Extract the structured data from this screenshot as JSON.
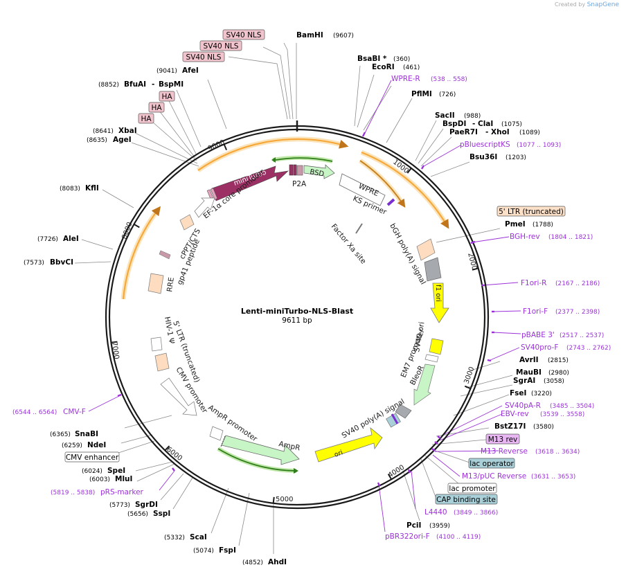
{
  "credit": {
    "prefix": "Created by",
    "brand": "SnapGene"
  },
  "plasmid": {
    "name": "Lenti-miniTurbo-NLS-Blast",
    "size": "9611 bp"
  },
  "ticks": [
    "1000",
    "2000",
    "3000",
    "4000",
    "5000",
    "6000",
    "7000",
    "8000",
    "9000"
  ],
  "sites": [
    {
      "name": "BamHI",
      "pos": "(9607)"
    },
    {
      "name": "BsaBI *",
      "pos": "(360)"
    },
    {
      "name": "EcoRI",
      "pos": "(461)"
    },
    {
      "name": "PflMI",
      "pos": "(726)"
    },
    {
      "name": "SacII",
      "pos": "(988)"
    },
    {
      "name": "BspDI",
      "name2": "ClaI",
      "pos": "(1075)"
    },
    {
      "name": "PaeR7I",
      "name2": "XhoI",
      "pos": "(1089)"
    },
    {
      "name": "Bsu36I",
      "pos": "(1203)"
    },
    {
      "name": "PmeI",
      "pos": "(1788)"
    },
    {
      "name": "AvrII",
      "pos": "(2815)"
    },
    {
      "name": "MauBI",
      "pos": "(2980)"
    },
    {
      "name": "SgrAI",
      "pos": "(3058)"
    },
    {
      "name": "FseI",
      "pos": "(3220)"
    },
    {
      "name": "BstZ17I",
      "pos": "(3580)"
    },
    {
      "name": "PciI",
      "pos": "(3959)"
    },
    {
      "name": "AhdI",
      "pos": "(4852)"
    },
    {
      "name": "FspI",
      "pos": "(5074)"
    },
    {
      "name": "ScaI",
      "pos": "(5332)"
    },
    {
      "name": "SspI",
      "pos": "(5656)"
    },
    {
      "name": "SgrDI",
      "pos": "(5773)"
    },
    {
      "name": "MluI",
      "pos": "(6003)"
    },
    {
      "name": "SpeI",
      "pos": "(6024)"
    },
    {
      "name": "NdeI",
      "pos": "(6259)"
    },
    {
      "name": "SnaBI",
      "pos": "(6365)"
    },
    {
      "name": "BbvCI",
      "pos": "(7573)"
    },
    {
      "name": "AleI",
      "pos": "(7726)"
    },
    {
      "name": "KflI",
      "pos": "(8083)"
    },
    {
      "name": "AgeI",
      "pos": "(8635)"
    },
    {
      "name": "XbaI",
      "pos": "(8641)"
    },
    {
      "name": "BfuAI",
      "name2": "BspMI",
      "pos": "(8852)"
    },
    {
      "name": "AfeI",
      "pos": "(9041)"
    }
  ],
  "primers": [
    {
      "name": "WPRE-R",
      "range": "(538 .. 558)"
    },
    {
      "name": "pBluescriptKS",
      "range": "(1077 .. 1093)"
    },
    {
      "name": "BGH-rev",
      "range": "(1804 .. 1821)"
    },
    {
      "name": "F1ori-R",
      "range": "(2167 .. 2186)"
    },
    {
      "name": "F1ori-F",
      "range": "(2377 .. 2398)"
    },
    {
      "name": "pBABE 3'",
      "range": "(2517 .. 2537)"
    },
    {
      "name": "SV40pro-F",
      "range": "(2743 .. 2762)"
    },
    {
      "name": "SV40pA-R",
      "range": "(3485 .. 3504)"
    },
    {
      "name": "EBV-rev",
      "range": "(3539 .. 3558)"
    },
    {
      "name": "M13 Reverse",
      "range": "(3618 .. 3634)"
    },
    {
      "name": "M13/pUC Reverse",
      "range": "(3631 .. 3653)"
    },
    {
      "name": "L4440",
      "range": "(3849 .. 3866)"
    },
    {
      "name": "pBR322ori-F",
      "range": "(4100 .. 4119)"
    },
    {
      "name": "pRS-marker",
      "range": "(5819 .. 5838)"
    },
    {
      "name": "CMV-F",
      "range": "(6544 .. 6564)"
    }
  ],
  "boxes": [
    {
      "name": "SV40 NLS",
      "color": "#f0c3cd"
    },
    {
      "name": "SV40 NLS",
      "color": "#f0c3cd"
    },
    {
      "name": "SV40 NLS",
      "color": "#f0c3cd"
    },
    {
      "name": "HA",
      "color": "#f0c3cd"
    },
    {
      "name": "HA",
      "color": "#f0c3cd"
    },
    {
      "name": "HA",
      "color": "#f0c3cd"
    },
    {
      "name": "5' LTR (truncated)",
      "color": "#fde0c8"
    },
    {
      "name": "M13 rev",
      "color": "#e8b6f2"
    },
    {
      "name": "lac operator",
      "color": "#a9cfd8"
    },
    {
      "name": "lac promoter",
      "color": "#ffffff"
    },
    {
      "name": "CAP binding site",
      "color": "#a9cfd8"
    },
    {
      "name": "CMV enhancer",
      "color": "#ffffff"
    }
  ],
  "features": [
    "miniTurbo",
    "BSD",
    "P2A",
    "WPRE",
    "KS primer",
    "Factor Xa site",
    "EF-1α core promoter",
    "cPPT/CTS",
    "gp41 peptide",
    "RRE",
    "bGH poly(A) signal",
    "f1 ori",
    "SV40 ori",
    "EM7 promoter",
    "BleoR",
    "SV40 poly(A) signal",
    "ori",
    "AmpR",
    "AmpR promoter",
    "CMV promoter",
    "5' LTR (truncated)",
    "HIV-1 Ψ"
  ],
  "colors": {
    "backbone": "#1a1a1a",
    "orange": "#f6a83a",
    "orange_glow": "#fbe3ba",
    "green": "#5fa838",
    "primer": "#9b30d9",
    "miniTurbo": "#9c2f63",
    "bsd": "#c8f5c6",
    "yellow": "#ffff00",
    "gray": "#a6a9ad",
    "peach": "#fddcc0"
  }
}
